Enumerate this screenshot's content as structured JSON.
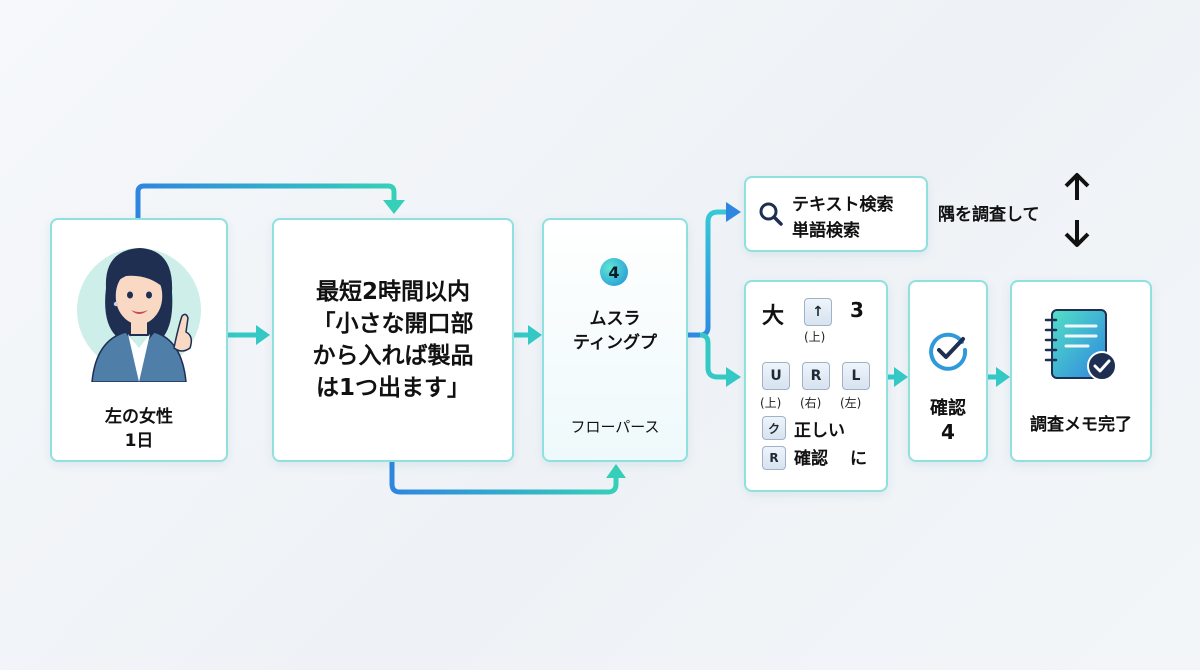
{
  "nodes": {
    "person": {
      "line1": "左の女性",
      "line2": "1日"
    },
    "main": {
      "lines": [
        "最短2時間以内",
        "「小さな開口部",
        "から入れば製品",
        "は1つ出ます」"
      ]
    },
    "mid": {
      "badge": "4",
      "line1": "ムスラ",
      "line2": "ティングプ",
      "bottom": "フローパース"
    },
    "search": {
      "line1": "テキスト検索",
      "line2": "単語検索"
    },
    "corner": {
      "text": "隅を調査して"
    },
    "keys": {
      "big": "大",
      "up_key": "↑",
      "up_paren": "(上)",
      "three": "3",
      "u": "U",
      "r": "R",
      "l": "L",
      "u_paren": "(上)",
      "r_paren": "(右)",
      "l_paren": "(左)",
      "k": "ク",
      "correct": "正しい",
      "r2": "R",
      "confirm": "確認",
      "ni": "に"
    },
    "confirm": {
      "line1": "確認",
      "line2": "4"
    },
    "memo": {
      "text": "調査メモ完了"
    }
  },
  "colors": {
    "border": "#8fe0df",
    "arrow_teal": "#35c9c6",
    "arrow_blue": "#2f86e0"
  }
}
